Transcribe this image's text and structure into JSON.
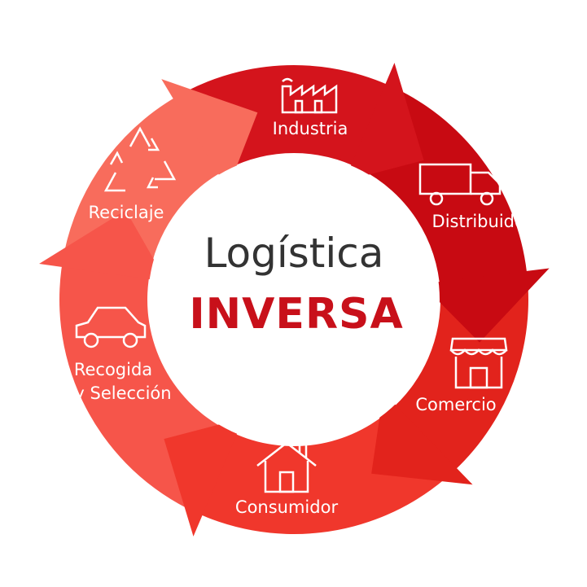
{
  "title": {
    "line1": "Logística",
    "line2": "INVERSA"
  },
  "stages": [
    {
      "label": "Industria",
      "icon": "factory-icon",
      "color": "#d4141c"
    },
    {
      "label": "Distribuidor",
      "icon": "truck-icon",
      "color": "#c80a12"
    },
    {
      "label": "Comercio",
      "icon": "store-icon",
      "color": "#e2231c"
    },
    {
      "label": "Consumidor",
      "icon": "house-icon",
      "color": "#f0372c"
    },
    {
      "label": "Recogida y Selección",
      "line1": "Recogida",
      "line2": "y Selección",
      "icon": "car-icon",
      "color": "#f6554a"
    },
    {
      "label": "Reciclaje",
      "icon": "recycle-icon",
      "color": "#f86c5c"
    }
  ]
}
